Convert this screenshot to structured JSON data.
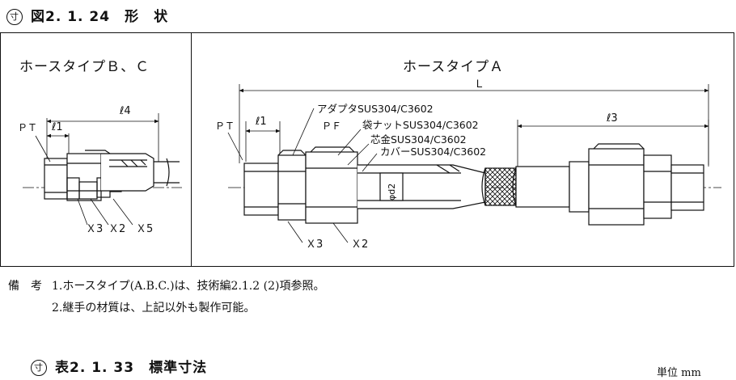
{
  "figure": {
    "mark": "寸",
    "title": "図2. 1. 24　形　状"
  },
  "panel_bc": {
    "title": "ホースタイプＢ、Ｃ",
    "labels": {
      "pt": "ＰＴ",
      "l1": "ℓ1",
      "l4": "ℓ4",
      "x3": "Ｘ3",
      "x2": "Ｘ2",
      "x5": "Ｘ5"
    }
  },
  "panel_a": {
    "title": "ホースタイプＡ",
    "labels": {
      "L": "Ｌ",
      "pt": "ＰＴ",
      "l1": "ℓ1",
      "pf": "ＰＦ",
      "l3": "ℓ3",
      "adapter": "アダプタSUS304/C3602",
      "nut": "袋ナットSUS304/C3602",
      "core": "芯金SUS304/C3602",
      "cover": "カバーSUS304/C3602",
      "d2": "φd2",
      "x3": "Ｘ3",
      "x2": "Ｘ2"
    }
  },
  "notes": {
    "label": "備　考",
    "line1": "1.ホースタイプ(A.B.C.)は、技術編2.1.2 (2)項参照。",
    "line2": "2.継手の材質は、上記以外も製作可能。"
  },
  "table": {
    "mark": "寸",
    "title": "表2. 1. 33　標準寸法",
    "unit": "単位  mm"
  }
}
